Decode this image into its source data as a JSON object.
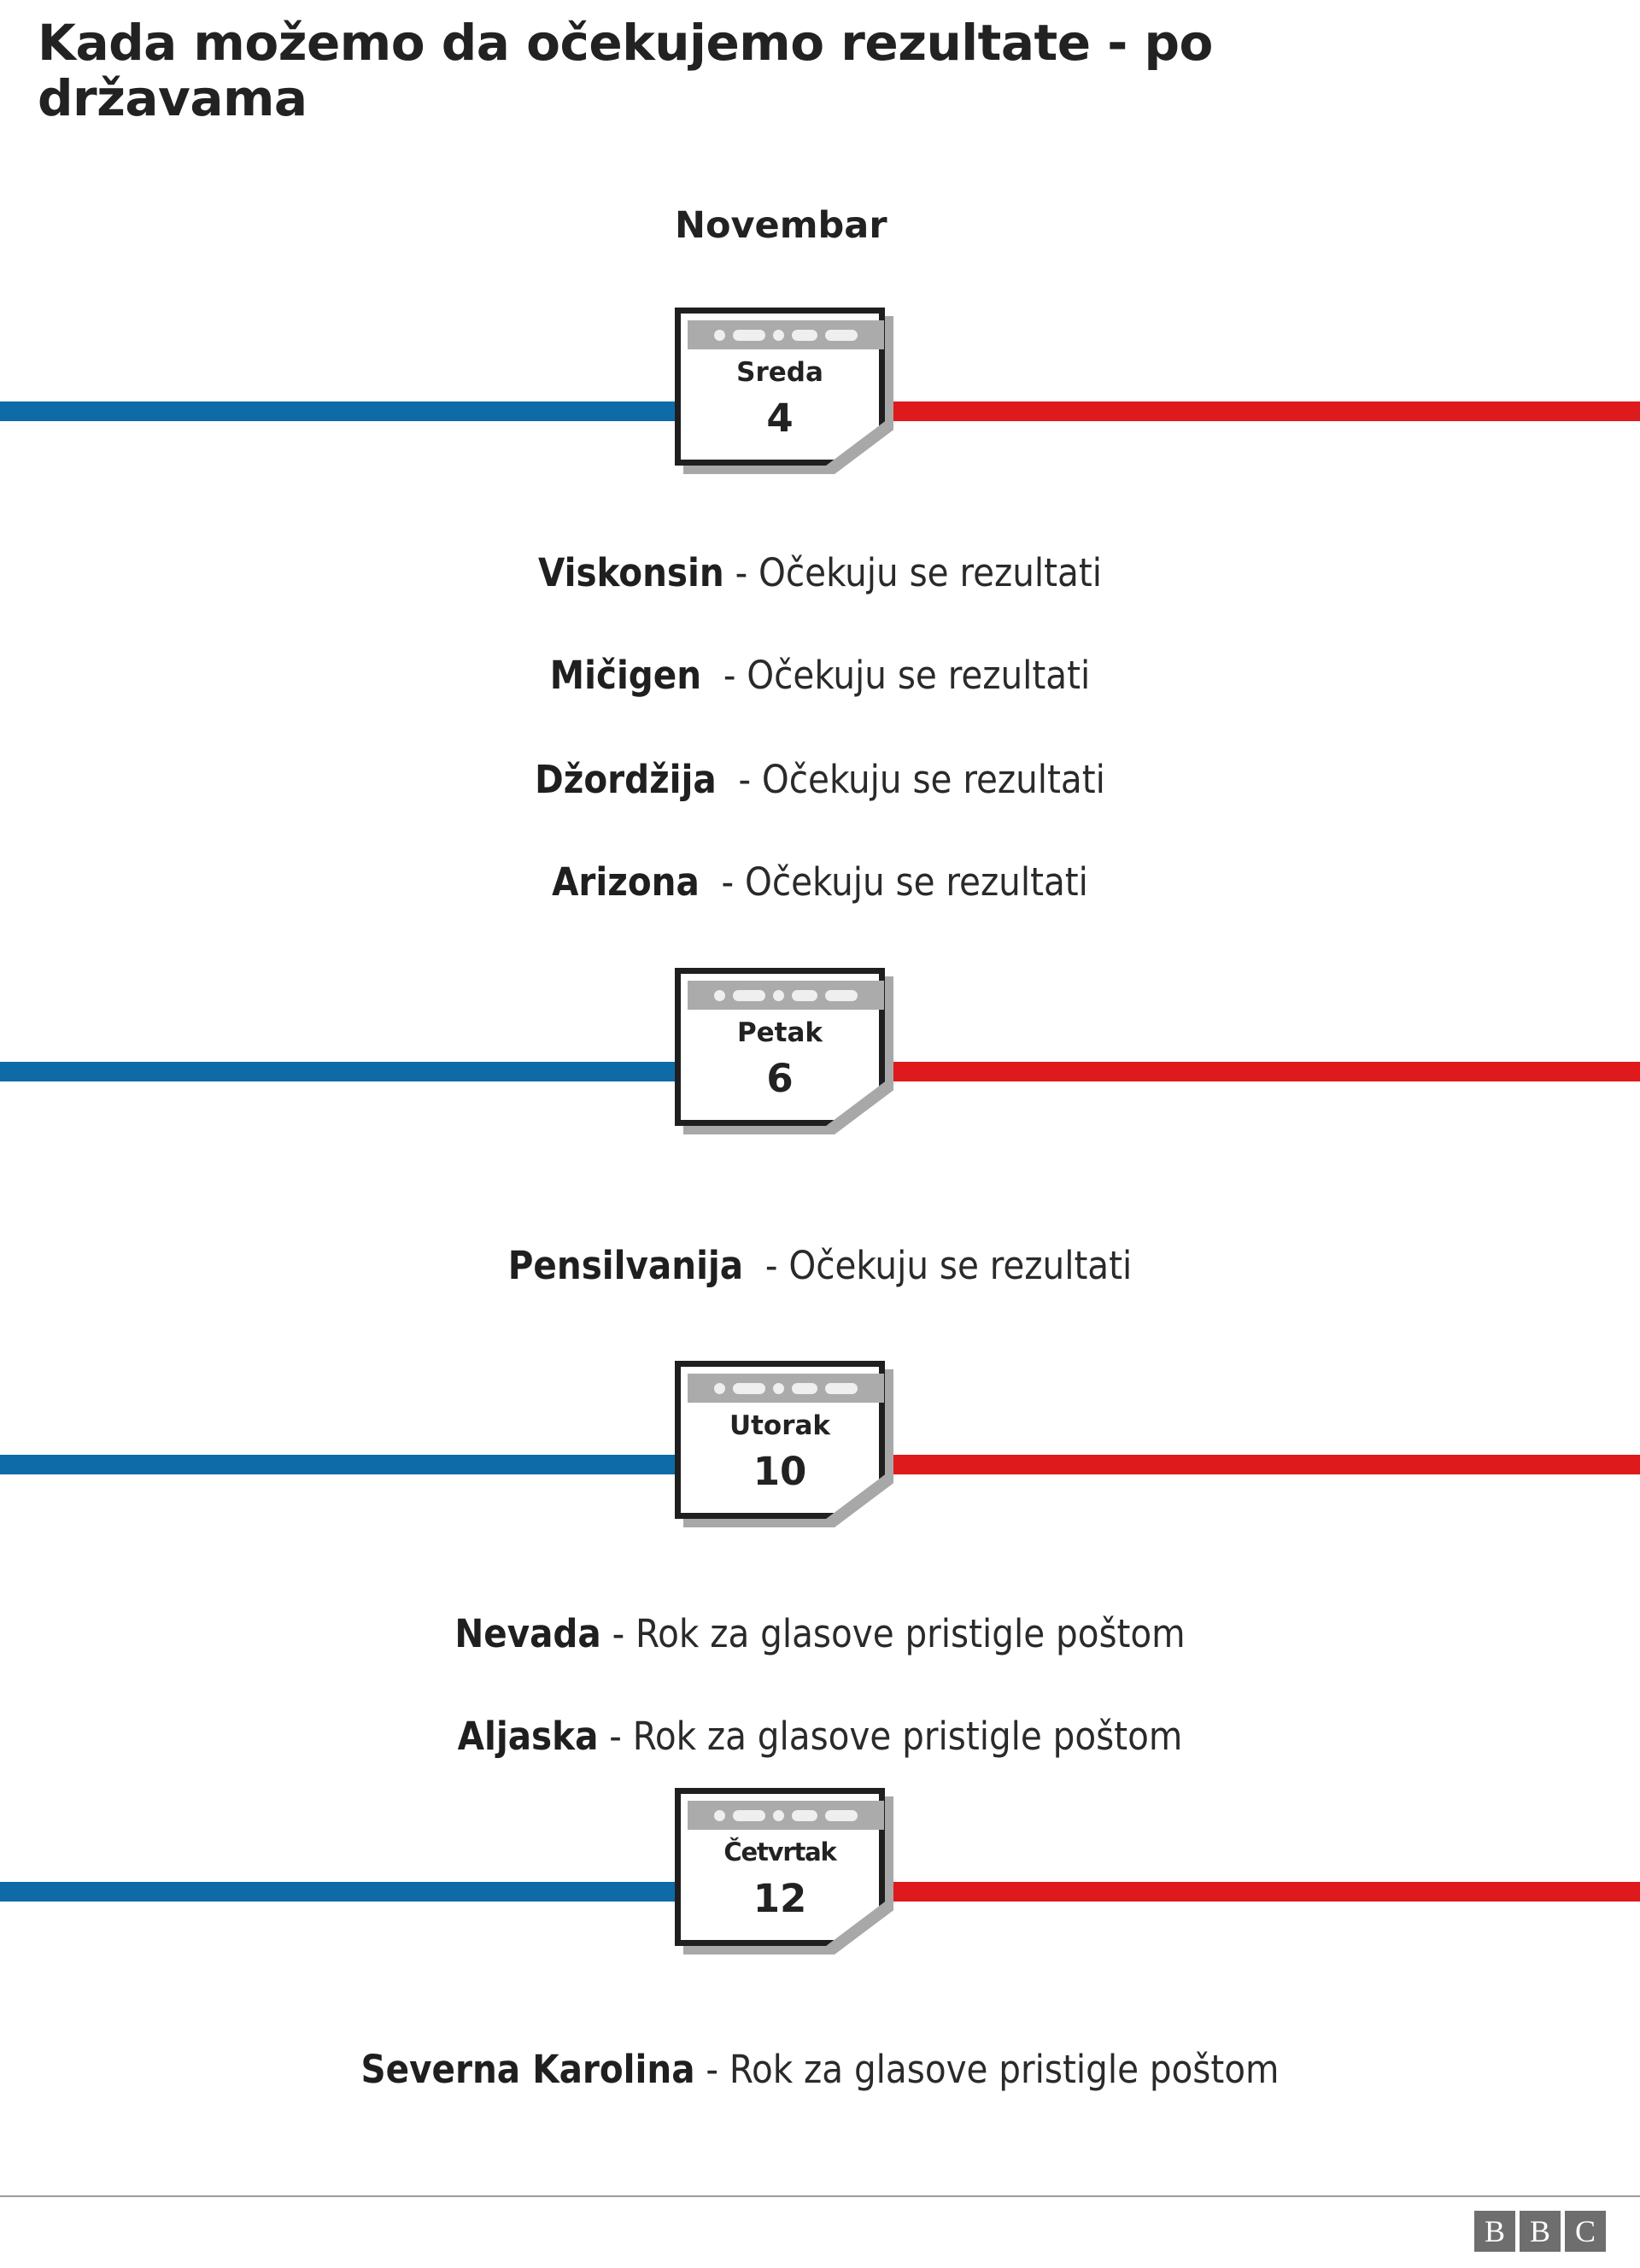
{
  "title": "Kada možemo da očekujemo rezultate - po državama",
  "month_label": "Novembar",
  "colors": {
    "blue": "#0E6BA8",
    "red": "#DE1A1C",
    "ink": "#1f1f1f",
    "calendar_header": "#ABABAB",
    "calendar_rings": "#EFEFEF",
    "bbc_gray": "#6E6E6E"
  },
  "timeline": [
    {
      "day_name": "Sreda",
      "day_number": "4",
      "states": [
        {
          "name": "Viskonsin",
          "separator": "-",
          "description": "Očekuju se rezultati"
        },
        {
          "name": "Mičigen",
          "separator": "-",
          "description": "Očekuju se rezultati"
        },
        {
          "name": "Džordžija",
          "separator": "-",
          "description": "Očekuju se rezultati"
        },
        {
          "name": "Arizona",
          "separator": "-",
          "description": "Očekuju se rezultati"
        }
      ]
    },
    {
      "day_name": "Petak",
      "day_number": "6",
      "states": [
        {
          "name": "Pensilvanija",
          "separator": "-",
          "description": "Očekuju se rezultati"
        }
      ]
    },
    {
      "day_name": "Utorak",
      "day_number": "10",
      "states": [
        {
          "name": "Nevada",
          "separator": "-",
          "description": "Rok za glasove pristigle poštom"
        },
        {
          "name": "Aljaska",
          "separator": "-",
          "description": "Rok za glasove pristigle poštom"
        }
      ]
    },
    {
      "day_name": "Četvrtak",
      "day_number": "12",
      "states": [
        {
          "name": "Severna Karolina",
          "separator": "-",
          "description": "Rok za glasove pristigle poštom"
        }
      ]
    }
  ],
  "footer": {
    "logo_letters": [
      "B",
      "B",
      "C"
    ]
  }
}
